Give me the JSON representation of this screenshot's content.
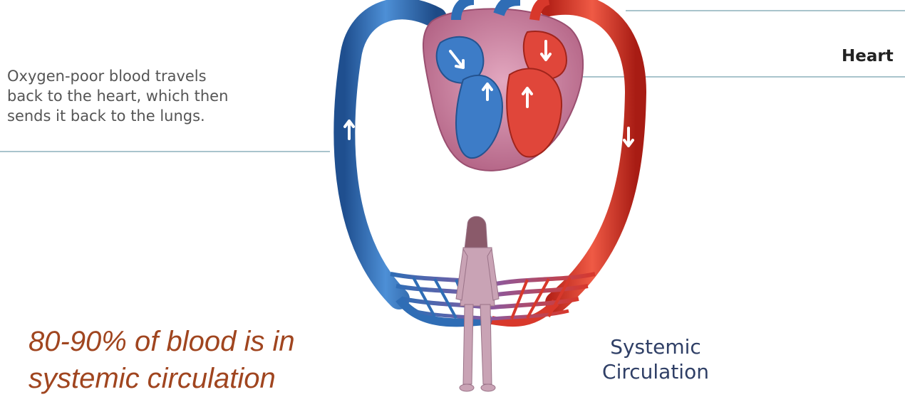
{
  "labels": {
    "left_caption_lines": [
      "Oxygen-poor blood travels",
      "back to the heart, which then",
      "sends it back to the lungs."
    ],
    "heart": "Heart",
    "systemic_lines": [
      "Systemic",
      "Circulation"
    ],
    "note_lines": [
      "80-90% of blood is in",
      "systemic circulation"
    ]
  },
  "colors": {
    "vein_blue": "#2f6db5",
    "artery_red": "#d8382b",
    "heart_pink": "#c77a97",
    "guide_line": "#a9c4cc",
    "note_text": "#a0451f",
    "systemic_text": "#2f3f66"
  },
  "icons": [
    "heart-illustration",
    "human-figure",
    "capillary-network",
    "flow-arrow-icon"
  ]
}
